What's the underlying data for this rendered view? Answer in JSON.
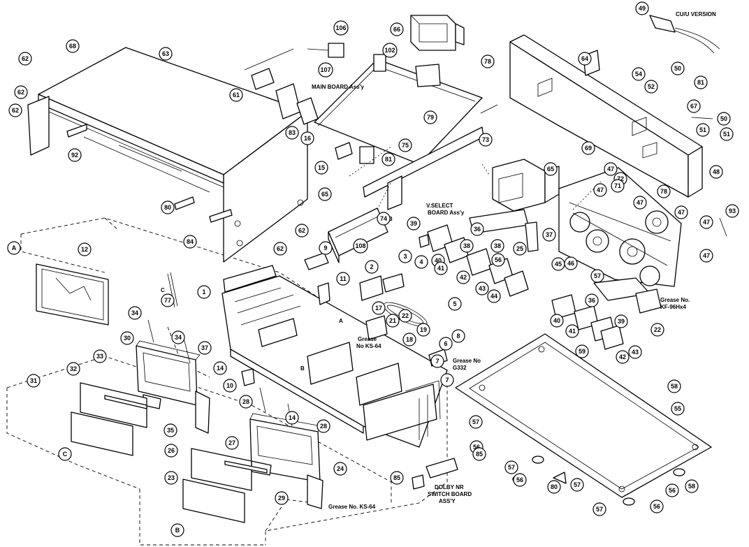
{
  "labels": {
    "version": "CU/U VERSION",
    "main_board": "MAIN BOARD Ass'y",
    "vselect_1": "V.SELECT",
    "vselect_2": "BOARD Ass'y",
    "grease_kf_1": "Grease No.",
    "grease_kf_2": "KF-96Hx4",
    "grease_g332_1": "Grease No",
    "grease_g332_2": "G332",
    "grease_ks64_a_1": "Grease",
    "grease_ks64_a_2": "No KS-64",
    "grease_ks64_b": "Grease No. KS-64",
    "dolby_1": "DOLBY NR",
    "dolby_2": "SWITCH BOARD",
    "dolby_3": "ASS'Y",
    "letter_c": "C",
    "letter_b": "B",
    "letter_a": "A",
    "label_74b": "B"
  },
  "callouts": [
    {
      "text": "49"
    },
    {
      "text": "66"
    },
    {
      "text": "106"
    },
    {
      "text": "102"
    },
    {
      "text": "107"
    },
    {
      "text": "62"
    },
    {
      "text": "68"
    },
    {
      "text": "63"
    },
    {
      "text": "62"
    },
    {
      "text": "62"
    },
    {
      "text": "61"
    },
    {
      "text": "83"
    },
    {
      "text": "92"
    },
    {
      "text": "16"
    },
    {
      "text": "15"
    },
    {
      "text": "81"
    },
    {
      "text": "79"
    },
    {
      "text": "75"
    },
    {
      "text": "73"
    },
    {
      "text": "78"
    },
    {
      "text": "64"
    },
    {
      "text": "54"
    },
    {
      "text": "52"
    },
    {
      "text": "50"
    },
    {
      "text": "81"
    },
    {
      "text": "67"
    },
    {
      "text": "50"
    },
    {
      "text": "51"
    },
    {
      "text": "51"
    },
    {
      "text": "48"
    },
    {
      "text": "69"
    },
    {
      "text": "65"
    },
    {
      "text": "47"
    },
    {
      "text": "72"
    },
    {
      "text": "47"
    },
    {
      "text": "71"
    },
    {
      "text": "78"
    },
    {
      "text": "47"
    },
    {
      "text": "47"
    },
    {
      "text": "47"
    },
    {
      "text": "47"
    },
    {
      "text": "93"
    },
    {
      "text": "80"
    },
    {
      "text": "65"
    },
    {
      "text": "62"
    },
    {
      "text": "62"
    },
    {
      "text": "74"
    },
    {
      "text": "108"
    },
    {
      "text": "84"
    },
    {
      "text": "77"
    },
    {
      "text": "12"
    },
    {
      "text": "A"
    },
    {
      "text": "9"
    },
    {
      "text": "11"
    },
    {
      "text": "2"
    },
    {
      "text": "3"
    },
    {
      "text": "4"
    },
    {
      "text": "5"
    },
    {
      "text": "1"
    },
    {
      "text": "17"
    },
    {
      "text": "22"
    },
    {
      "text": "21"
    },
    {
      "text": "19"
    },
    {
      "text": "18"
    },
    {
      "text": "6"
    },
    {
      "text": "8"
    },
    {
      "text": "7"
    },
    {
      "text": "7"
    },
    {
      "text": "10"
    },
    {
      "text": "14"
    },
    {
      "text": "34"
    },
    {
      "text": "34"
    },
    {
      "text": "37"
    },
    {
      "text": "30"
    },
    {
      "text": "32"
    },
    {
      "text": "33"
    },
    {
      "text": "31"
    },
    {
      "text": "35"
    },
    {
      "text": "26"
    },
    {
      "text": "C"
    },
    {
      "text": "28"
    },
    {
      "text": "27"
    },
    {
      "text": "23"
    },
    {
      "text": "14"
    },
    {
      "text": "28"
    },
    {
      "text": "24"
    },
    {
      "text": "29"
    },
    {
      "text": "B"
    },
    {
      "text": "39"
    },
    {
      "text": "40"
    },
    {
      "text": "41"
    },
    {
      "text": "42"
    },
    {
      "text": "43"
    },
    {
      "text": "44"
    },
    {
      "text": "38"
    },
    {
      "text": "36"
    },
    {
      "text": "38"
    },
    {
      "text": "56"
    },
    {
      "text": "25"
    },
    {
      "text": "37"
    },
    {
      "text": "45"
    },
    {
      "text": "46"
    },
    {
      "text": "57"
    },
    {
      "text": "36"
    },
    {
      "text": "22"
    },
    {
      "text": "40"
    },
    {
      "text": "41"
    },
    {
      "text": "39"
    },
    {
      "text": "42"
    },
    {
      "text": "43"
    },
    {
      "text": "59"
    },
    {
      "text": "58"
    },
    {
      "text": "55"
    },
    {
      "text": "57"
    },
    {
      "text": "56"
    },
    {
      "text": "85"
    },
    {
      "text": "85"
    },
    {
      "text": "57"
    },
    {
      "text": "56"
    },
    {
      "text": "80"
    },
    {
      "text": "57"
    },
    {
      "text": "58"
    },
    {
      "text": "56"
    },
    {
      "text": "57"
    },
    {
      "text": "56"
    }
  ]
}
